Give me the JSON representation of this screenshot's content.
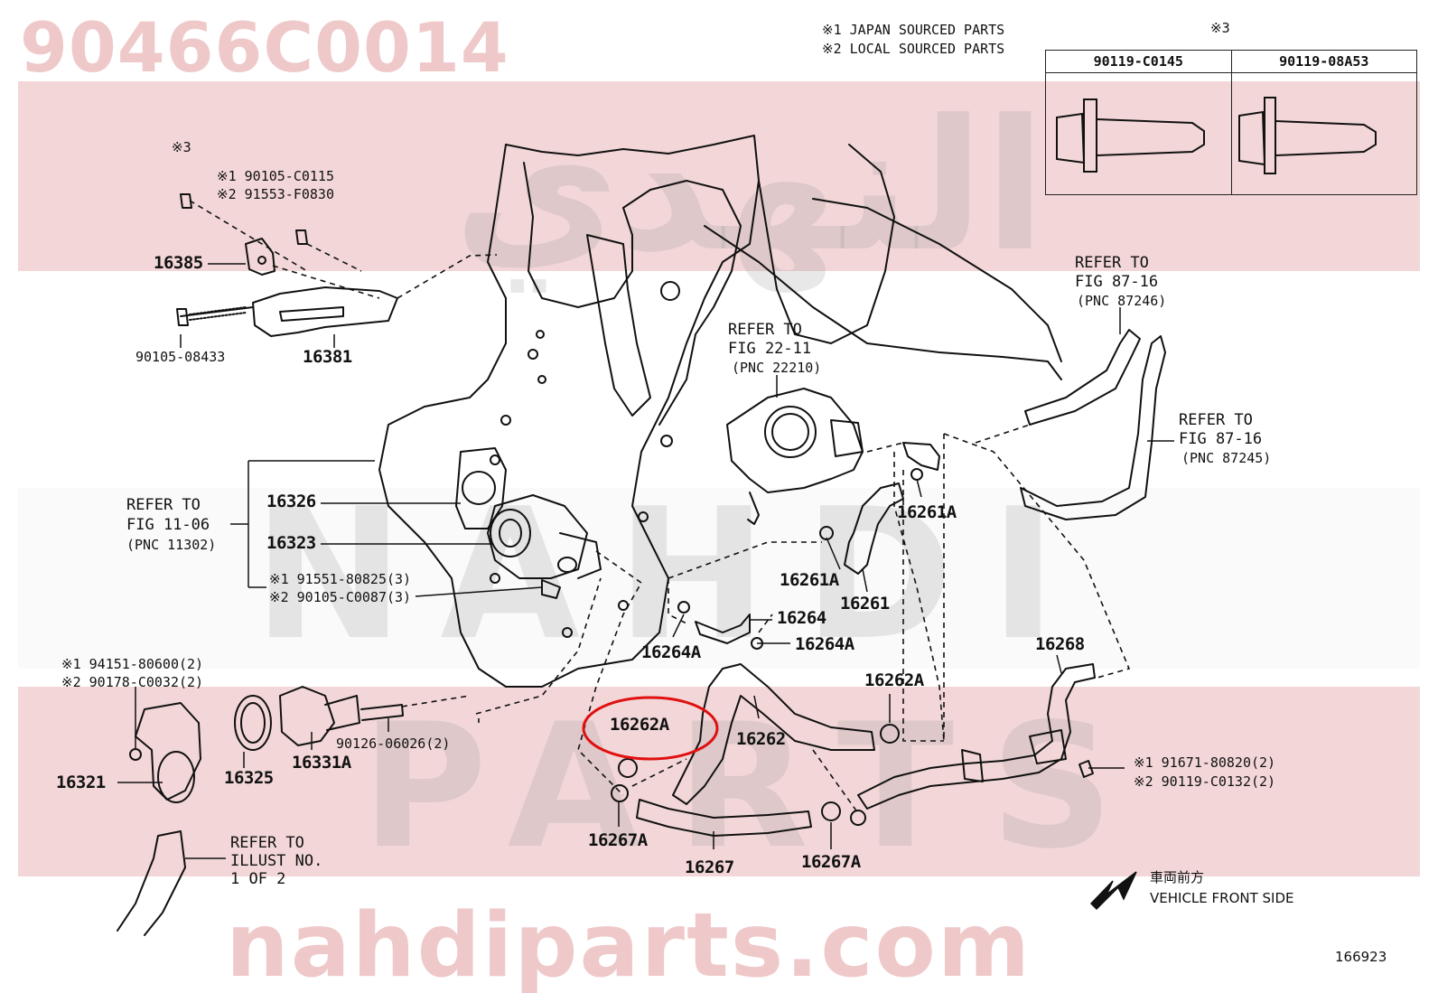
{
  "header": {
    "part_code": "90466C0014"
  },
  "watermark": {
    "site": "nahdiparts.com",
    "logo_arabic": "النهدي",
    "logo_latin_top": "NAHDI",
    "logo_latin_bottom": "PARTS"
  },
  "notes": {
    "japan": "※1 JAPAN SOURCED PARTS",
    "local": "※2 LOCAL SOURCED PARTS"
  },
  "bolt_table": {
    "mark": "※3",
    "col1": "90119-C0145",
    "col2": "90119-08A53"
  },
  "labels": {
    "m3": "※3",
    "bolt_jp": "※1 90105-C0115",
    "bolt_local": "※2 91553-F0830",
    "p16385": "16385",
    "p90105_08433": "90105-08433",
    "p16381": "16381",
    "ref_11_06_a": "REFER TO",
    "ref_11_06_b": "FIG 11-06",
    "ref_11_06_c": "(PNC 11302)",
    "p16326": "16326",
    "p16323": "16323",
    "nut_jp": "※1 91551-80825(3)",
    "nut_local": "※2 90105-C0087(3)",
    "gasket_jp": "※1 94151-80600(2)",
    "gasket_local": "※2 90178-C0032(2)",
    "p16321": "16321",
    "p16325": "16325",
    "p16331A": "16331A",
    "stud": "90126-06026(2)",
    "ref_illust_a": "REFER TO",
    "ref_illust_b": "ILLUST NO.",
    "ref_illust_c": "1 OF 2",
    "ref_22_11_a": "REFER TO",
    "ref_22_11_b": "FIG 22-11",
    "ref_22_11_c": "(PNC 22210)",
    "ref_87246_a": "REFER TO",
    "ref_87246_b": "FIG 87-16",
    "ref_87246_c": "(PNC 87246)",
    "ref_87245_a": "REFER TO",
    "ref_87245_b": "FIG 87-16",
    "ref_87245_c": "(PNC 87245)",
    "p16261A_r": "16261A",
    "p16261A_l": "16261A",
    "p16261": "16261",
    "p16264": "16264",
    "p16264A_l": "16264A",
    "p16264A_r": "16264A",
    "p16262A_r": "16262A",
    "p16262A_hl": "16262A",
    "p16262": "16262",
    "p16268": "16268",
    "clamp_jp": "※1 91671-80820(2)",
    "clamp_local": "※2 90119-C0132(2)",
    "p16267A_l": "16267A",
    "p16267": "16267",
    "p16267A_r": "16267A",
    "front_jp": "車両前方",
    "front_en": "VEHICLE FRONT SIDE",
    "illust_no": "166923"
  },
  "colors": {
    "band": "#f3d7d8",
    "highlight": "#e01010",
    "ink": "#111111"
  }
}
